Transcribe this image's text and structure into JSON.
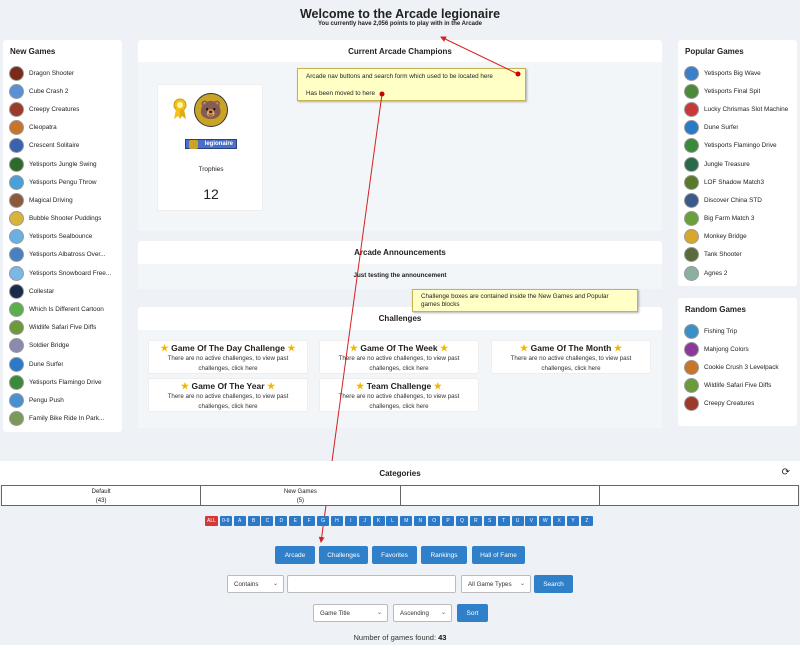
{
  "header": {
    "title": "Welcome to the Arcade legionaire",
    "subtitle": "You currently have 2,056 points to play with in the Arcade"
  },
  "new_games": {
    "title": "New Games",
    "items": [
      {
        "name": "Dragon Shooter",
        "color": "#7a2a1a"
      },
      {
        "name": "Cube Crash 2",
        "color": "#5a8fd6"
      },
      {
        "name": "Creepy Creatures",
        "color": "#9c3a2c"
      },
      {
        "name": "Cleopatra",
        "color": "#c8742a"
      },
      {
        "name": "Crescent Solitaire",
        "color": "#3a62b0"
      },
      {
        "name": "Yetisports Jungle Swing",
        "color": "#2f6a2a"
      },
      {
        "name": "Yetisports Pengu Throw",
        "color": "#4aa0d8"
      },
      {
        "name": "Magical Driving",
        "color": "#8a5a3a"
      },
      {
        "name": "Bubble Shooter Puddings",
        "color": "#d8b43a"
      },
      {
        "name": "Yetisports Sealbounce",
        "color": "#6ab0e0"
      },
      {
        "name": "Yetisports Albatross Over...",
        "color": "#4a80c0"
      },
      {
        "name": "Yetisports Snowboard Free...",
        "color": "#7ab8e8"
      },
      {
        "name": "Collestar",
        "color": "#1a2a4a"
      },
      {
        "name": "Which Is Different Cartoon",
        "color": "#5ab04a"
      },
      {
        "name": "Wildlife Safari Five Diffs",
        "color": "#6a9a3a"
      },
      {
        "name": "Soldier Bridge",
        "color": "#8a8ab0"
      },
      {
        "name": "Dune Surfer",
        "color": "#2a7ac8"
      },
      {
        "name": "Yetisports Flamingo Drive",
        "color": "#3a8a3a"
      },
      {
        "name": "Pengu Push",
        "color": "#4a90d0"
      },
      {
        "name": "Family Bike Ride In Park...",
        "color": "#7a9a5a"
      }
    ]
  },
  "champions": {
    "title": "Current Arcade Champions",
    "username": "legionaire",
    "trophies_label": "Trophies",
    "trophies_count": "12"
  },
  "notes": {
    "nav_line1": "Arcade nav buttons and search form which used to be located here",
    "nav_line2": "Has been moved to here",
    "challenge": "Challenge boxes are contained inside the New Games and Popular games blocks"
  },
  "announcements": {
    "title": "Arcade Announcements",
    "text": "Just testing the announcement"
  },
  "challenges": {
    "title": "Challenges",
    "empty_text": "There are no active challenges, to view past challenges, click here",
    "items": [
      {
        "title": "Game Of The Day Challenge"
      },
      {
        "title": "Game Of The Week"
      },
      {
        "title": "Game Of The Month"
      },
      {
        "title": "Game Of The Year"
      },
      {
        "title": "Team Challenge"
      }
    ]
  },
  "popular_games": {
    "title": "Popular Games",
    "items": [
      {
        "name": "Yetisports Big Wave",
        "color": "#3a80c8"
      },
      {
        "name": "Yetisports Final Spit",
        "color": "#4a8a3a"
      },
      {
        "name": "Lucky Chrismas Slot Machine",
        "color": "#c83a3a"
      },
      {
        "name": "Dune Surfer",
        "color": "#2a7ac8"
      },
      {
        "name": "Yetisports Flamingo Drive",
        "color": "#3a8a3a"
      },
      {
        "name": "Jungle Treasure",
        "color": "#2a6a4a"
      },
      {
        "name": "LOF Shadow Match3",
        "color": "#5a7a2a"
      },
      {
        "name": "Discover China STD",
        "color": "#3a5a8a"
      },
      {
        "name": "Big Farm Match 3",
        "color": "#6aa03a"
      },
      {
        "name": "Monkey Bridge",
        "color": "#d8a82a"
      },
      {
        "name": "Tank Shooter",
        "color": "#5a6a3a"
      },
      {
        "name": "Agnes 2",
        "color": "#8ab0a0"
      }
    ]
  },
  "random_games": {
    "title": "Random Games",
    "items": [
      {
        "name": "Fishing Trip",
        "color": "#3a90c8"
      },
      {
        "name": "Mahjong Colors",
        "color": "#8a3a9a"
      },
      {
        "name": "Cookie Crush 3 Levelpack",
        "color": "#c8742a"
      },
      {
        "name": "Wildlife Safari Five Diffs",
        "color": "#6a9a3a"
      },
      {
        "name": "Creepy Creatures",
        "color": "#9c3a2c"
      }
    ]
  },
  "categories": {
    "title": "Categories",
    "refresh_icon": "refresh-icon",
    "cells": [
      {
        "name": "Default",
        "count": "(43)"
      },
      {
        "name": "New Games",
        "count": "(5)"
      },
      {
        "name": "",
        "count": ""
      },
      {
        "name": "",
        "count": ""
      }
    ]
  },
  "letters": [
    "ALL",
    "0-9",
    "A",
    "B",
    "C",
    "D",
    "E",
    "F",
    "G",
    "H",
    "I",
    "J",
    "K",
    "L",
    "M",
    "N",
    "O",
    "P",
    "Q",
    "R",
    "S",
    "T",
    "U",
    "V",
    "W",
    "X",
    "Y",
    "Z"
  ],
  "nav_buttons": [
    "Arcade",
    "Challenges",
    "Favorites",
    "Rankings",
    "Hall of Fame"
  ],
  "search": {
    "mode": "Contains",
    "query": "",
    "game_type": "All Game Types",
    "button": "Search"
  },
  "sort": {
    "field": "Game Title",
    "order": "Ascending",
    "button": "Sort"
  },
  "found": {
    "label": "Number of games found:",
    "count": "43"
  }
}
